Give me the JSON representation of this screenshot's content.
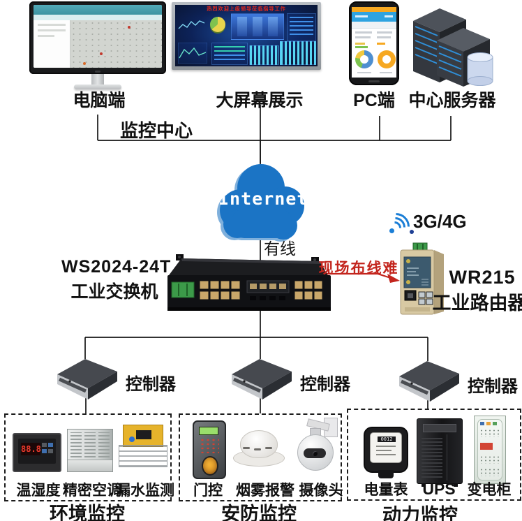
{
  "top_devices": {
    "computer": {
      "label": "电脑端"
    },
    "big_screen": {
      "label": "大屏幕展示",
      "banner": "热烈欢迎上级领导莅临指导工作"
    },
    "phone": {
      "label": "PC端"
    },
    "server": {
      "label": "中心服务器"
    }
  },
  "monitoring_center": {
    "label": "监控中心"
  },
  "internet": {
    "label": "Internet",
    "wired_label": "有线",
    "cloud_color": "#1b74c5"
  },
  "switch": {
    "model": "WS2024-24T",
    "name": "工业交换机"
  },
  "wireless": {
    "label": "3G/4G",
    "note": "现场布线难",
    "note_color": "#c3251d"
  },
  "router": {
    "model": "WR215",
    "name": "工业路由器"
  },
  "controllers": [
    {
      "label": "控制器"
    },
    {
      "label": "控制器"
    },
    {
      "label": "控制器"
    }
  ],
  "groups": [
    {
      "title": "环境监控",
      "items": [
        "温湿度",
        "精密空调",
        "漏水监测"
      ]
    },
    {
      "title": "安防监控",
      "items": [
        "门控",
        "烟雾报警",
        "摄像头"
      ]
    },
    {
      "title": "动力监控",
      "items": [
        "电量表",
        "UPS",
        "变电柜"
      ]
    }
  ]
}
